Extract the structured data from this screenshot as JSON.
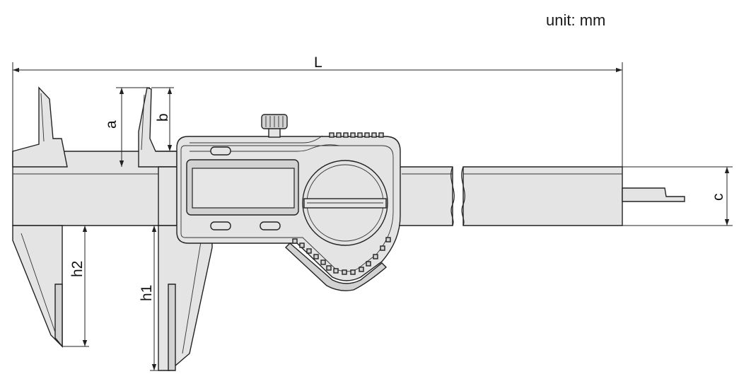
{
  "unit_label": "unit: mm",
  "dimensions": {
    "L": "L",
    "a": "a",
    "b": "b",
    "c": "c",
    "h1": "h1",
    "h2": "h2"
  }
}
